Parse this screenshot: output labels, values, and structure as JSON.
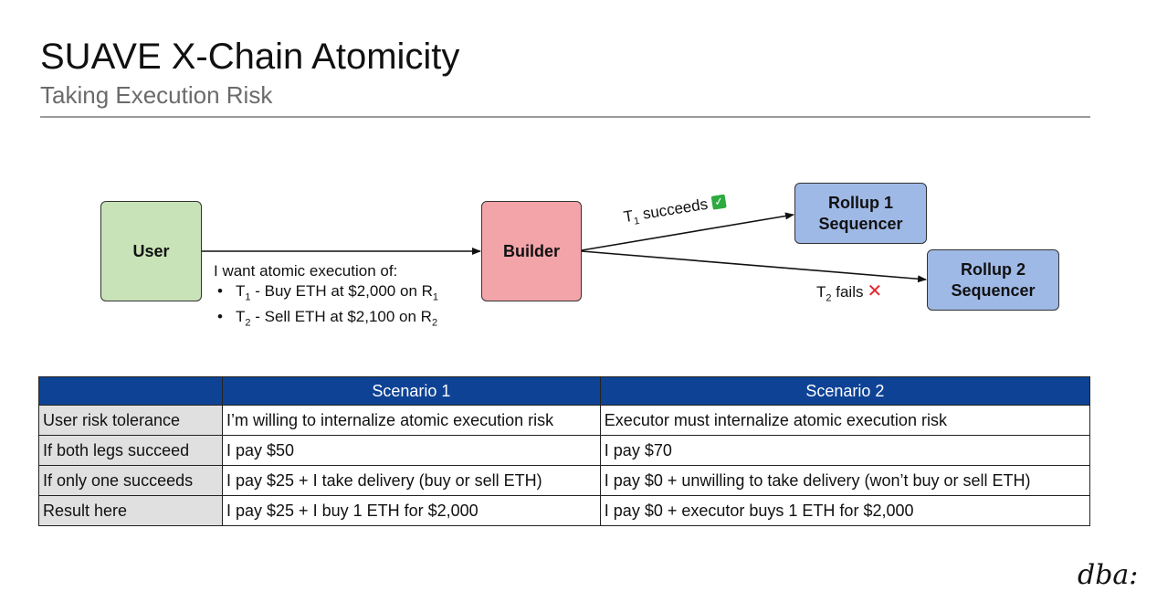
{
  "header": {
    "title": "SUAVE X-Chain Atomicity",
    "subtitle": "Taking Execution Risk"
  },
  "diagram": {
    "nodes": {
      "user": "User",
      "builder": "Builder",
      "rollup1": [
        "Rollup 1",
        "Sequencer"
      ],
      "rollup2": [
        "Rollup 2",
        "Sequencer"
      ]
    },
    "request": {
      "intro": "I want atomic execution of:",
      "items": [
        {
          "t": "T",
          "t_sub": "1",
          "text": " - Buy ETH at $2,000 on R",
          "r_sub": "1"
        },
        {
          "t": "T",
          "t_sub": "2",
          "text": " - Sell ETH at $2,100 on R",
          "r_sub": "2"
        }
      ]
    },
    "edges": {
      "t1": {
        "t": "T",
        "sub": "1",
        "text": " succeeds",
        "status_icon": "check-mark-icon"
      },
      "t2": {
        "t": "T",
        "sub": "2",
        "text": " fails",
        "status_icon": "cross-mark-icon"
      }
    },
    "colors": {
      "user": "#c9e3b8",
      "builder": "#f2a4a9",
      "rollup": "#9fb9e6",
      "success": "#2eaa3f",
      "fail": "#e0252b"
    }
  },
  "table": {
    "headers": [
      "",
      "Scenario 1",
      "Scenario 2"
    ],
    "rows": [
      [
        "User risk tolerance",
        "I’m willing to internalize atomic execution risk",
        "Executor must internalize atomic execution risk"
      ],
      [
        "If both legs succeed",
        "I pay $50",
        "I pay $70"
      ],
      [
        "If only one succeeds",
        "I pay $25 + I take delivery (buy or sell ETH)",
        "I pay $0 + unwilling to take delivery (won’t buy or sell ETH)"
      ],
      [
        "Result here",
        "I pay $25 + I buy 1 ETH for $2,000",
        "I pay $0 + executor buys 1 ETH for $2,000"
      ]
    ],
    "header_color": "#0e4294"
  },
  "footer": {
    "logo": "dba:"
  }
}
